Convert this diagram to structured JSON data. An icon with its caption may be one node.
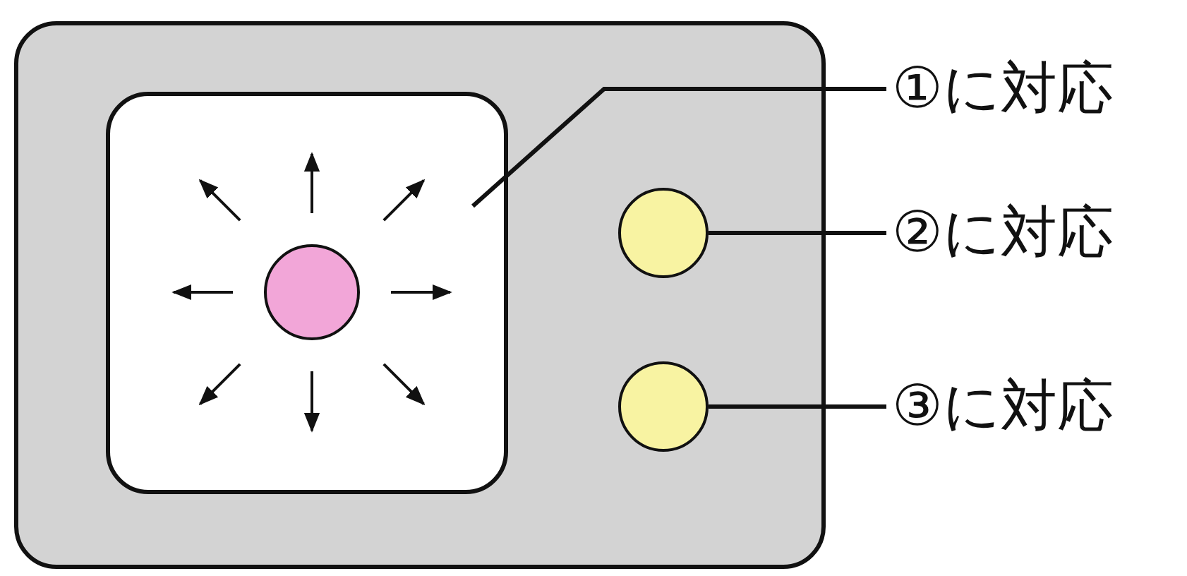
{
  "diagram": {
    "nodes": [
      {
        "text": [],
        "shape": "box"
      },
      {
        "text": [],
        "shape": "box",
        "in": 0
      },
      {
        "text": [],
        "shape": "circle",
        "in": 1
      },
      {
        "text": [],
        "shape": "circle",
        "in": 0
      },
      {
        "text": [],
        "shape": "circle",
        "in": 0
      },
      {
        "text": [
          "①に対応"
        ]
      },
      {
        "text": [
          "②に対応"
        ]
      },
      {
        "text": [
          "③に対応"
        ]
      }
    ],
    "edges": [
      {
        "from": 5,
        "to": 1,
        "arrow": "none"
      },
      {
        "from": 6,
        "to": 3,
        "arrow": "none"
      },
      {
        "from": 7,
        "to": 4,
        "arrow": "none"
      }
    ]
  }
}
